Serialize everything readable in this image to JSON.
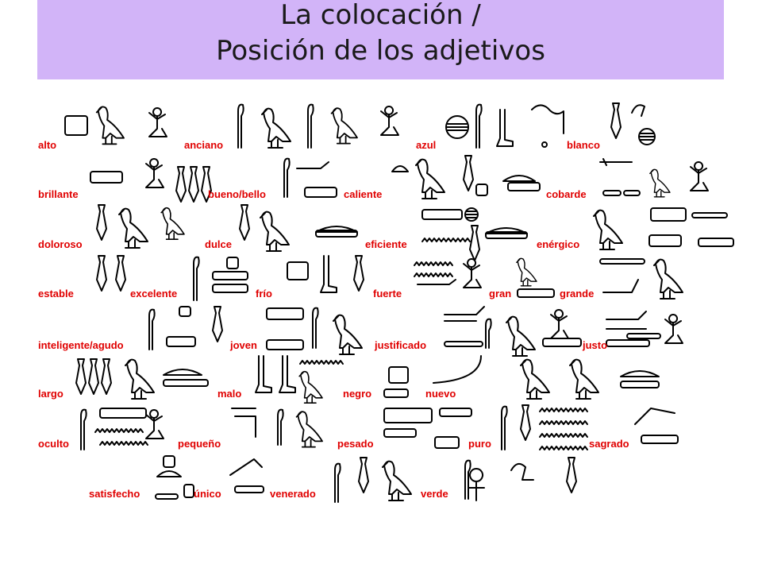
{
  "title": {
    "line1": "La colocación /",
    "line2": "Posición de los adjetivos"
  },
  "vocabulary": [
    "alto",
    "anciano",
    "azul",
    "blanco",
    "brillante",
    "bueno/bello",
    "caliente",
    "cobarde",
    "doloroso",
    "dulce",
    "eficiente",
    "enérgico",
    "estable",
    "excelente",
    "frío",
    "fuerte",
    "gran",
    "grande",
    "inteligente/agudo",
    "joven",
    "justificado",
    "justo",
    "largo",
    "malo",
    "negro",
    "nuevo",
    "oculto",
    "pequeño",
    "pesado",
    "puro",
    "sagrado",
    "satisfecho",
    "único",
    "venerado",
    "verde"
  ],
  "colors": {
    "title_band": "#d2b4f8",
    "label": "#e00000",
    "glyph": "#000000"
  },
  "icons": [
    "hieroglyph-bird-icon",
    "hieroglyph-reed-icon",
    "hieroglyph-sun-icon",
    "hieroglyph-water-icon",
    "hieroglyph-man-icon"
  ]
}
